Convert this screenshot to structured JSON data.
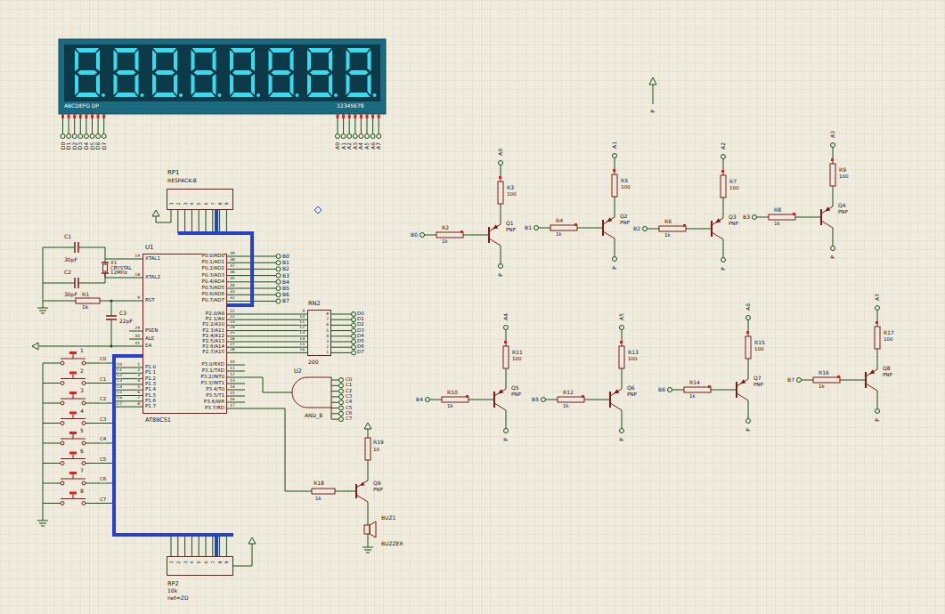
{
  "diagram": {
    "nodes": [
      {
        "text": [
          "ABCDEFG DP",
          "12345678"
        ]
      },
      {
        "text": [
          "RP1",
          "RESPACK-8"
        ]
      },
      {
        "text": [
          "U1",
          "AT89C51"
        ]
      },
      {
        "text": [
          "RN2",
          "200"
        ]
      },
      {
        "text": [
          "U2",
          "AND_8"
        ]
      },
      {
        "text": [
          "RP2",
          "10k",
          "net=ZD"
        ]
      }
    ],
    "edges": [
      {
        "from": 1,
        "to": 2,
        "arrow": "none"
      },
      {
        "from": 5,
        "to": 2,
        "arrow": "none"
      },
      {
        "from": 2,
        "to": 3,
        "arrow": "none"
      },
      {
        "from": 4,
        "to": 2,
        "arrow": "none"
      }
    ],
    "labels": [
      "D0",
      "D1",
      "D2",
      "D3",
      "D4",
      "D5",
      "D6",
      "D7",
      "A0",
      "A1",
      "A2",
      "A3",
      "A4",
      "A5",
      "A6",
      "A7",
      "P",
      "A0",
      "R3",
      "100",
      "B0",
      "R2",
      "1k",
      "Q1",
      "PNP",
      "P",
      "A1",
      "R5",
      "100",
      "B1",
      "R4",
      "1k",
      "Q2",
      "PNP",
      "P",
      "A2",
      "R7",
      "100",
      "B2",
      "R6",
      "1k",
      "Q3",
      "PNP",
      "P",
      "A3",
      "R9",
      "100",
      "B3",
      "R8",
      "1k",
      "Q4",
      "PNP",
      "P",
      "A4",
      "R11",
      "100",
      "B4",
      "R10",
      "1k",
      "Q5",
      "PNP",
      "P",
      "A5",
      "R13",
      "100",
      "B5",
      "R12",
      "1k",
      "Q6",
      "PNP",
      "P",
      "A6",
      "R15",
      "100",
      "B6",
      "R14",
      "1k",
      "Q7",
      "PNP",
      "P",
      "A7",
      "R17",
      "100",
      "B7",
      "R16",
      "1k",
      "Q8",
      "PNP",
      "P",
      "XTAL1",
      "XTAL2",
      "RST",
      "PSEN",
      "ALE",
      "EA",
      "19",
      "18",
      "9",
      "29",
      "30",
      "31",
      "P1.0",
      "P1.1",
      "P1.2",
      "P1.3",
      "P1.4",
      "P1.5",
      "P1.6",
      "P1.7",
      "1",
      "2",
      "3",
      "4",
      "5",
      "6",
      "7",
      "8",
      "C0",
      "C1",
      "C2",
      "C3",
      "C4",
      "C5",
      "C6",
      "C7",
      "P0.0/AD0",
      "P0.1/AD1",
      "P0.2/AD2",
      "P0.3/AD3",
      "P0.4/AD4",
      "P0.5/AD5",
      "P0.6/AD6",
      "P0.7/AD7",
      "39",
      "38",
      "37",
      "36",
      "35",
      "34",
      "33",
      "32",
      "B0",
      "B1",
      "B2",
      "B3",
      "B4",
      "B5",
      "B6",
      "B7",
      "P2.0/A8",
      "P2.1/A9",
      "P2.2/A10",
      "P2.3/A11",
      "P2.4/A12",
      "P2.5/A13",
      "P2.6/A14",
      "P2.7/A15",
      "21",
      "22",
      "23",
      "24",
      "25",
      "26",
      "27",
      "28",
      "P3.0/RXD",
      "P3.1/TXD",
      "P3.2/INT0",
      "P3.3/INT1",
      "P3.4/T0",
      "P3.5/T1",
      "P3.6/WR",
      "P3.7/RD",
      "10",
      "11",
      "12",
      "13",
      "14",
      "15",
      "16",
      "17",
      "9",
      "10",
      "11",
      "12",
      "13",
      "14",
      "15",
      "16",
      "8",
      "7",
      "6",
      "5",
      "4",
      "3",
      "2",
      "1",
      "D0",
      "D1",
      "D2",
      "D3",
      "D4",
      "D5",
      "D6",
      "D7",
      "C0",
      "C1",
      "C2",
      "C3",
      "C4",
      "C5",
      "C6",
      "C7",
      "C1",
      "30pF",
      "C2",
      "30pF",
      "X1",
      "CRYSTAL",
      "12MHz",
      "R1",
      "1k",
      "C3",
      "22pF",
      "1",
      "2",
      "3",
      "4",
      "5",
      "6",
      "7",
      "8",
      "C0",
      "C1",
      "C2",
      "C3",
      "C4",
      "C5",
      "C6",
      "C7",
      "1",
      "2",
      "3",
      "4",
      "5",
      "6",
      "7",
      "8",
      "9",
      "1",
      "2",
      "3",
      "4",
      "5",
      "6",
      "7",
      "8",
      "9",
      "R19",
      "10",
      "R18",
      "1k",
      "Q9",
      "PNP",
      "BUZ1",
      "BUZZER"
    ]
  }
}
